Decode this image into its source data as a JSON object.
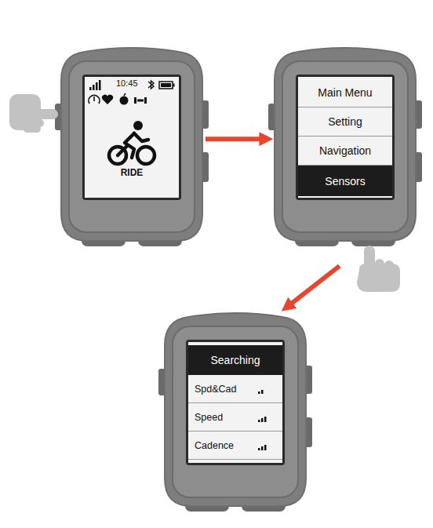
{
  "diagram": {
    "nodes": [
      {
        "text": [
          "10:45",
          "RIDE"
        ]
      },
      {
        "text": []
      },
      {
        "text": [
          "Main Menu"
        ],
        "in": 1
      },
      {
        "text": [
          "Setting"
        ],
        "in": 1
      },
      {
        "text": [
          "Navigation"
        ],
        "in": 1
      },
      {
        "text": [
          "Sensors"
        ],
        "in": 1
      },
      {
        "text": []
      },
      {
        "text": [
          "Searching"
        ],
        "in": 6
      },
      {
        "text": [
          "Spd&Cad"
        ],
        "in": 6
      },
      {
        "text": [
          "Speed"
        ],
        "in": 6
      },
      {
        "text": [
          "Cadence"
        ],
        "in": 6
      }
    ],
    "edges": [
      {
        "from": 0,
        "to": 1,
        "arrow": "to"
      },
      {
        "from": 1,
        "to": 6,
        "arrow": "to"
      }
    ]
  }
}
